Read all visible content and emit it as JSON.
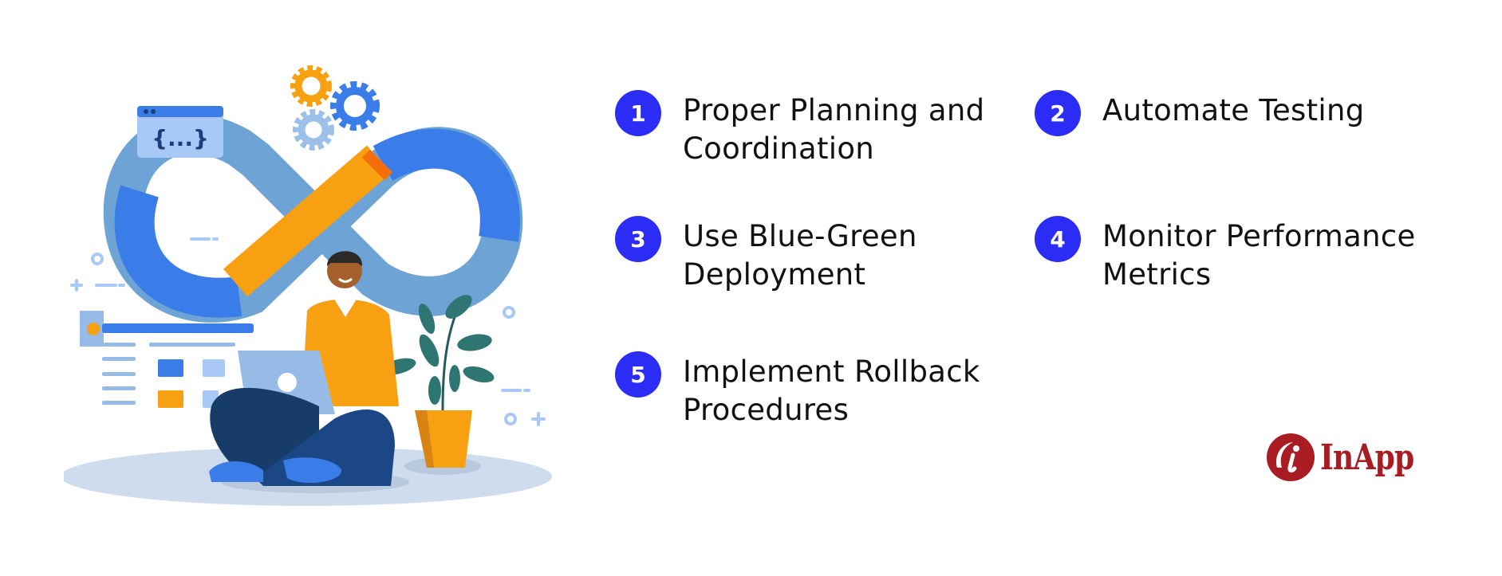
{
  "colors": {
    "accent": "#2b2cf5",
    "text": "#111111",
    "logo": "#a81c22",
    "infinity_blue": "#3a7de8",
    "infinity_light": "#6ea3d6",
    "orange": "#f7a012",
    "navy": "#1b3f7d",
    "teal": "#2f7673",
    "floor": "#cfdcee"
  },
  "illustration": {
    "code_window_text": "{...}",
    "description": "DevOps infinity loop with gears, person with laptop, plant"
  },
  "items": [
    {
      "number": "1",
      "lines": [
        "Proper Planning and",
        "Coordination"
      ]
    },
    {
      "number": "2",
      "lines": [
        "Automate Testing"
      ]
    },
    {
      "number": "3",
      "lines": [
        "Use Blue-Green",
        "Deployment"
      ]
    },
    {
      "number": "4",
      "lines": [
        "Monitor Performance",
        "Metrics"
      ]
    },
    {
      "number": "5",
      "lines": [
        "Implement Rollback",
        "Procedures"
      ]
    }
  ],
  "logo": {
    "text": "InApp",
    "icon": "i-circle-logo-icon"
  }
}
